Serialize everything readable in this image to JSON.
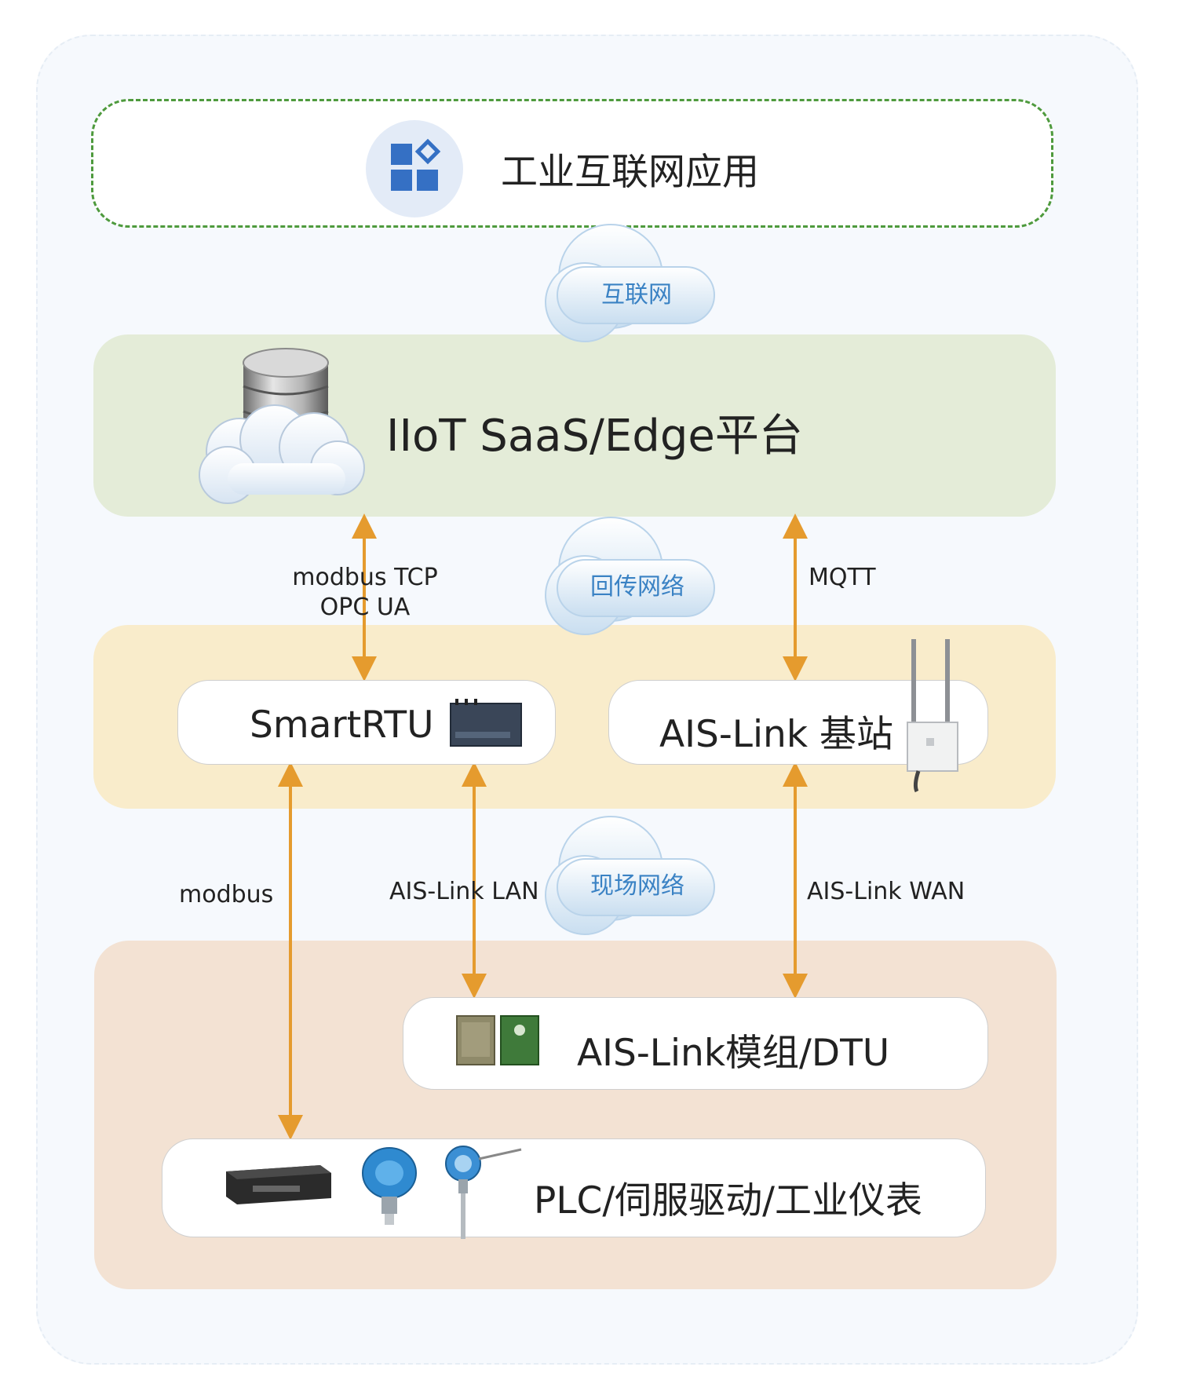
{
  "app_layer": {
    "title": "工业互联网应用"
  },
  "clouds": {
    "internet": "互联网",
    "backhaul": "回传网络",
    "field": "现场网络"
  },
  "platform": {
    "title": "IIoT SaaS/Edge平台"
  },
  "gateways": {
    "smartrtu": "SmartRTU",
    "base_station": "AIS-Link 基站"
  },
  "links": {
    "rtu_up_line1": "modbus TCP",
    "rtu_up_line2": "OPC UA",
    "bs_up": "MQTT",
    "modbus": "modbus",
    "lan": "AIS-Link LAN",
    "wan": "AIS-Link WAN"
  },
  "devices": {
    "module": "AIS-Link模组/DTU",
    "plc": "PLC/伺服驱动/工业仪表"
  },
  "colors": {
    "arrow": "#e59b2e",
    "app_border": "#4e9a3d",
    "saas_band": "#e4ecd8",
    "gateway_band": "#f9eccb",
    "device_band": "#f3e2d3",
    "cloud_text": "#3a82c4",
    "icon_blue": "#3570c4"
  }
}
